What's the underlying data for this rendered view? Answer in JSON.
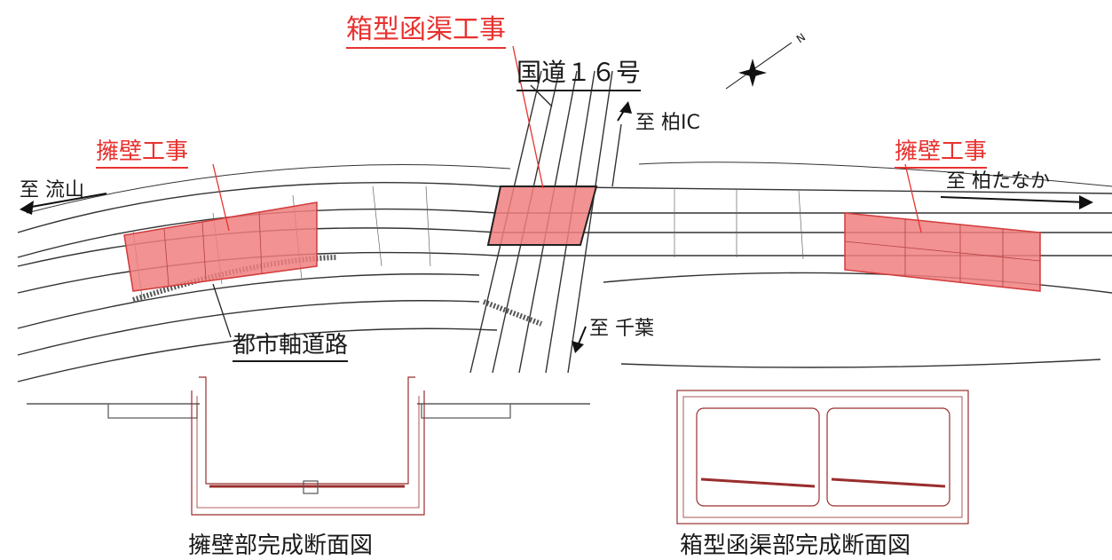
{
  "labels": {
    "box_culvert_work": "箱型函渠工事",
    "route16": "国道１６号",
    "to_kashiwa_ic": "至 柏IC",
    "retaining_wall_work_left": "擁壁工事",
    "retaining_wall_work_right": "擁壁工事",
    "to_nagareyama": "至 流山",
    "to_kashiwa_tanaka": "至 柏たなか",
    "to_chiba": "至 千葉",
    "city_axis_road": "都市軸道路",
    "north_mark": "N"
  },
  "sections": {
    "retaining_wall_title": "擁壁部完成断面図",
    "box_culvert_title": "箱型函渠部完成断面図"
  },
  "colors": {
    "highlight_fill": "#f07f7f",
    "highlight_stroke": "#d23b3b",
    "red_text": "#e8322f",
    "line": "#333333",
    "section_line": "#9a2e2e"
  }
}
